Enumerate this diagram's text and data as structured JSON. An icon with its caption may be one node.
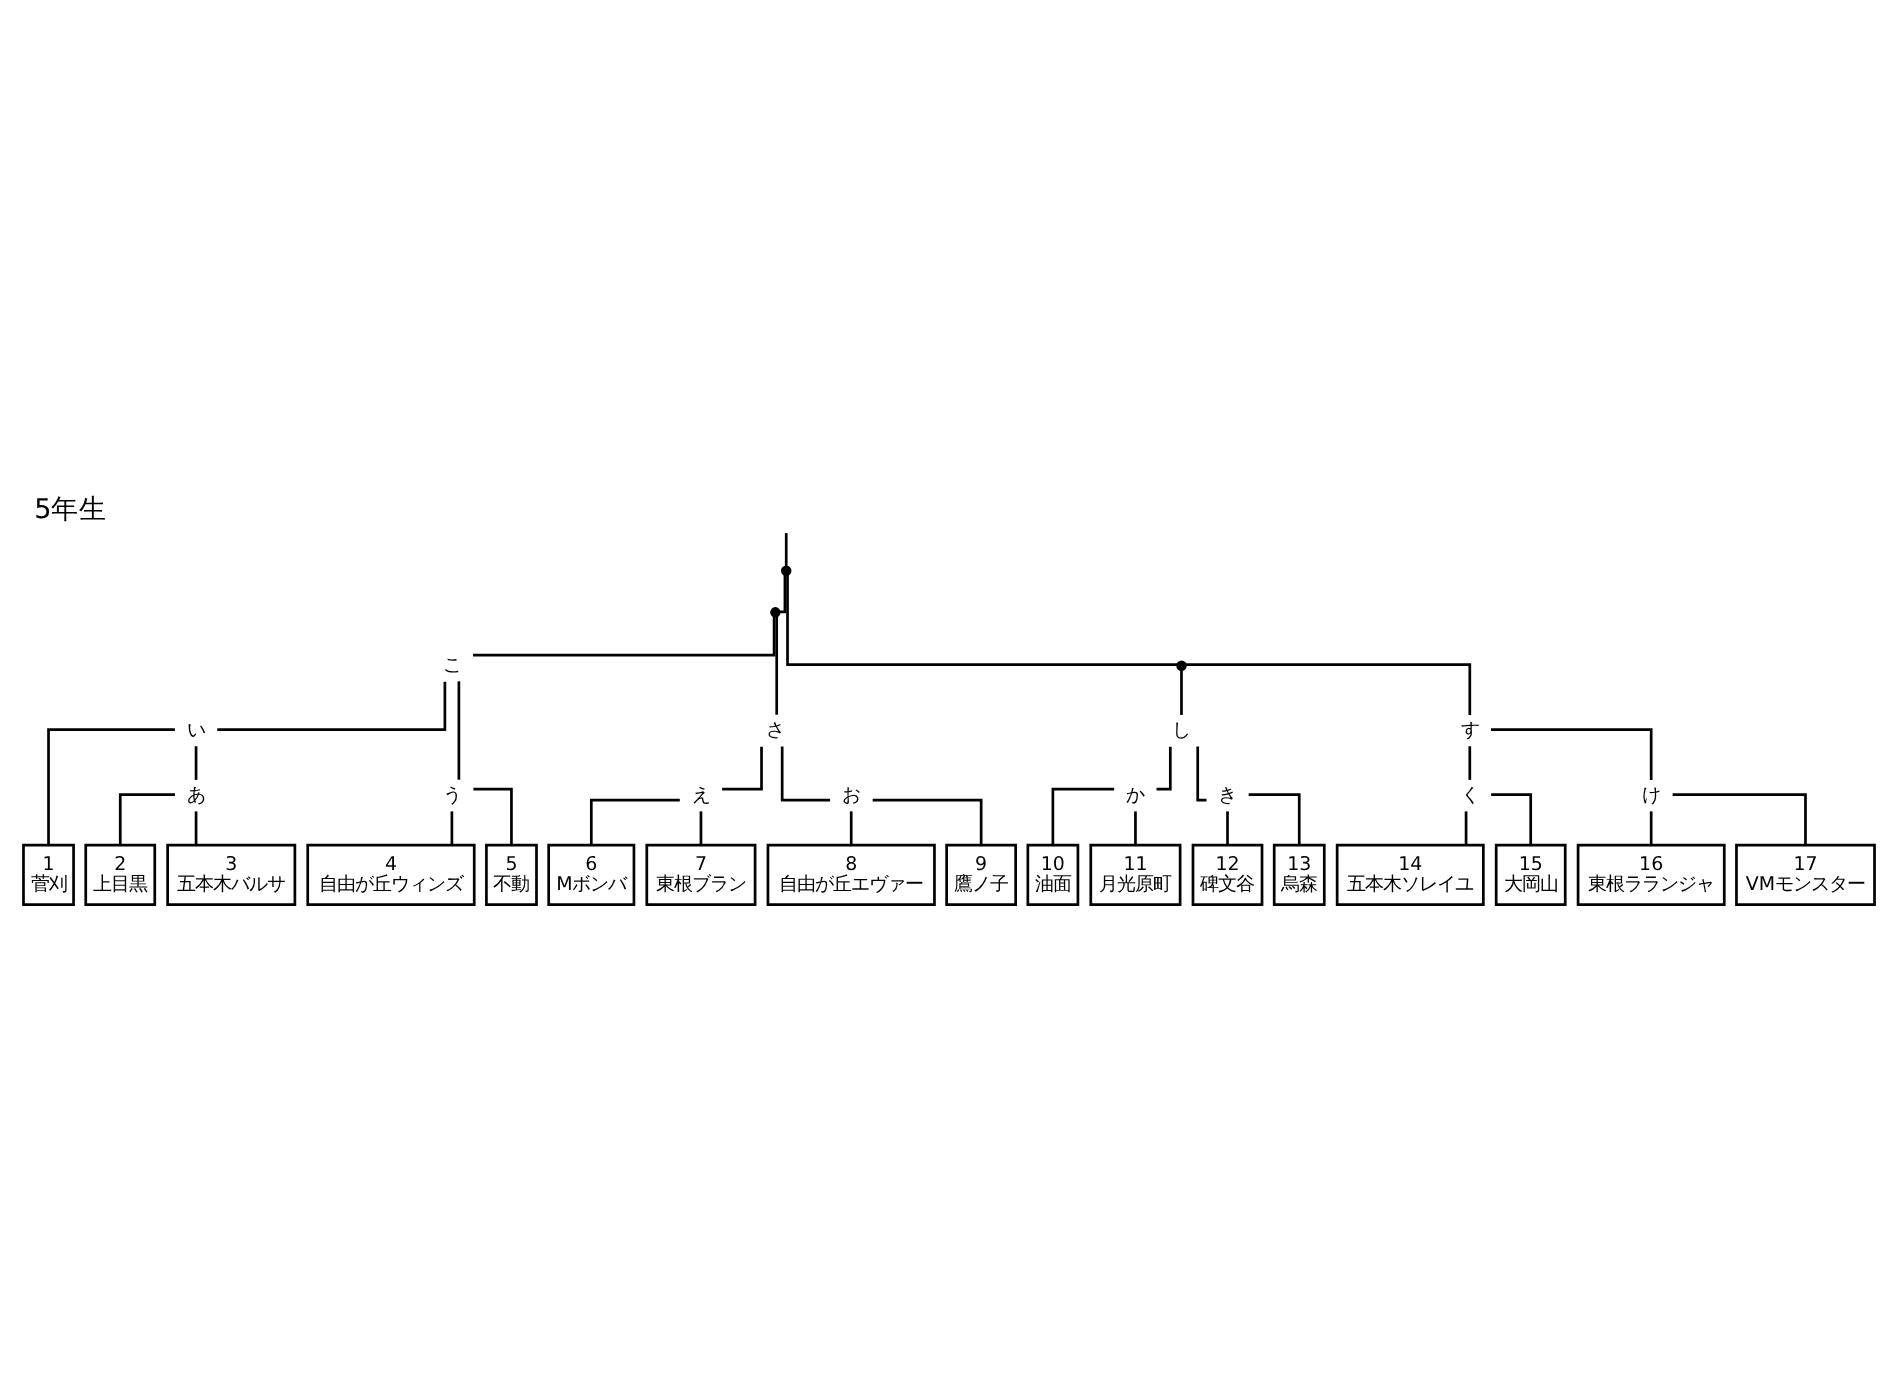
{
  "diagram": {
    "title": "5年生",
    "nodes": [
      {
        "text": [],
        "shape": "point"
      },
      {
        "text": [],
        "shape": "point"
      },
      {
        "text": [],
        "shape": "point"
      },
      {
        "text": [
          "こ"
        ]
      },
      {
        "text": [
          "さ"
        ]
      },
      {
        "text": [
          "し"
        ]
      },
      {
        "text": [
          "す"
        ]
      },
      {
        "text": [
          "い"
        ]
      },
      {
        "text": [
          "う"
        ]
      },
      {
        "text": [
          "え"
        ]
      },
      {
        "text": [
          "お"
        ]
      },
      {
        "text": [
          "か"
        ]
      },
      {
        "text": [
          "き"
        ]
      },
      {
        "text": [
          "く"
        ]
      },
      {
        "text": [
          "け"
        ]
      },
      {
        "text": [
          "あ"
        ]
      },
      {
        "text": [
          "1",
          "菅刈"
        ]
      },
      {
        "text": [
          "2",
          "上目黒"
        ]
      },
      {
        "text": [
          "3",
          "五本木バルサ"
        ]
      },
      {
        "text": [
          "4",
          "自由が丘ウィンズ"
        ]
      },
      {
        "text": [
          "5",
          "不動"
        ]
      },
      {
        "text": [
          "6",
          "Mボンバ"
        ]
      },
      {
        "text": [
          "7",
          "東根ブラン"
        ]
      },
      {
        "text": [
          "8",
          "自由が丘エヴァー"
        ]
      },
      {
        "text": [
          "9",
          "鷹ノ子"
        ]
      },
      {
        "text": [
          "10",
          "油面"
        ]
      },
      {
        "text": [
          "11",
          "月光原町"
        ]
      },
      {
        "text": [
          "12",
          "碑文谷"
        ]
      },
      {
        "text": [
          "13",
          "烏森"
        ]
      },
      {
        "text": [
          "14",
          "五本木ソレイユ"
        ]
      },
      {
        "text": [
          "15",
          "大岡山"
        ]
      },
      {
        "text": [
          "16",
          "東根ラランジャ"
        ]
      },
      {
        "text": [
          "17",
          "VMモンスター"
        ]
      }
    ],
    "edges": [
      {
        "from": 16,
        "to": 7,
        "arrow": "none"
      },
      {
        "from": 17,
        "to": 15,
        "arrow": "none"
      },
      {
        "from": 18,
        "to": 15,
        "arrow": "none"
      },
      {
        "from": 15,
        "to": 7,
        "arrow": "none"
      },
      {
        "from": 19,
        "to": 8,
        "arrow": "none"
      },
      {
        "from": 20,
        "to": 8,
        "arrow": "none"
      },
      {
        "from": 21,
        "to": 9,
        "arrow": "none"
      },
      {
        "from": 22,
        "to": 9,
        "arrow": "none"
      },
      {
        "from": 23,
        "to": 10,
        "arrow": "none"
      },
      {
        "from": 24,
        "to": 10,
        "arrow": "none"
      },
      {
        "from": 25,
        "to": 11,
        "arrow": "none"
      },
      {
        "from": 26,
        "to": 11,
        "arrow": "none"
      },
      {
        "from": 27,
        "to": 12,
        "arrow": "none"
      },
      {
        "from": 28,
        "to": 12,
        "arrow": "none"
      },
      {
        "from": 29,
        "to": 13,
        "arrow": "none"
      },
      {
        "from": 30,
        "to": 13,
        "arrow": "none"
      },
      {
        "from": 31,
        "to": 14,
        "arrow": "none"
      },
      {
        "from": 32,
        "to": 14,
        "arrow": "none"
      },
      {
        "from": 7,
        "to": 3,
        "arrow": "none"
      },
      {
        "from": 8,
        "to": 3,
        "arrow": "none"
      },
      {
        "from": 9,
        "to": 4,
        "arrow": "none"
      },
      {
        "from": 10,
        "to": 4,
        "arrow": "none"
      },
      {
        "from": 11,
        "to": 5,
        "arrow": "none"
      },
      {
        "from": 12,
        "to": 5,
        "arrow": "none"
      },
      {
        "from": 13,
        "to": 6,
        "arrow": "none"
      },
      {
        "from": 14,
        "to": 6,
        "arrow": "none"
      },
      {
        "from": 3,
        "to": 1,
        "arrow": "none"
      },
      {
        "from": 4,
        "to": 1,
        "arrow": "none"
      },
      {
        "from": 5,
        "to": 2,
        "arrow": "none"
      },
      {
        "from": 6,
        "to": 2,
        "arrow": "none"
      },
      {
        "from": 1,
        "to": 0,
        "arrow": "none"
      },
      {
        "from": 2,
        "to": 0,
        "arrow": "none"
      },
      {
        "from": 0,
        "to": null,
        "arrow": "none"
      }
    ]
  }
}
